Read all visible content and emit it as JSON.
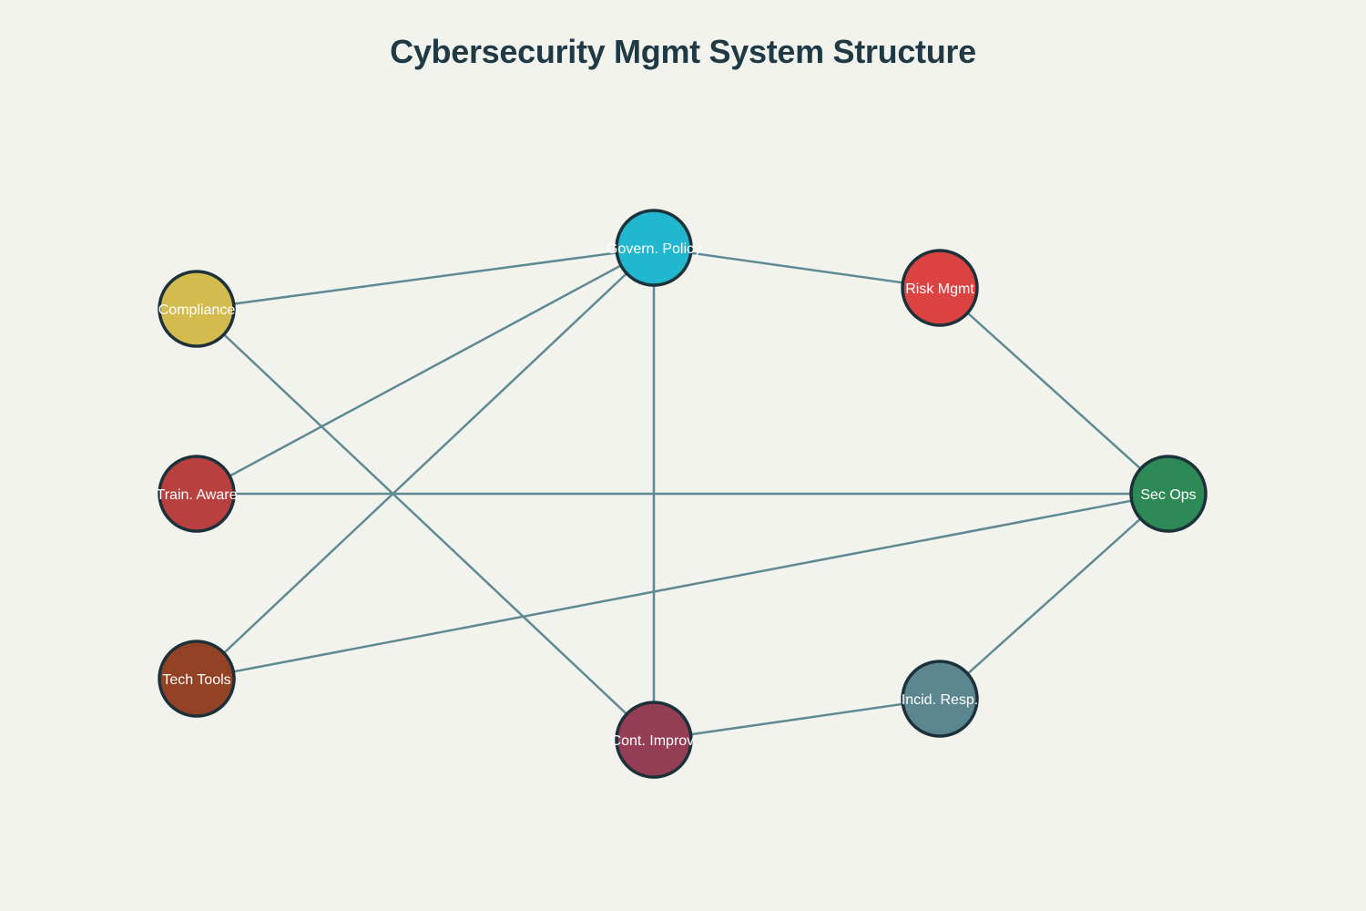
{
  "title": "Cybersecurity Mgmt System Structure",
  "colors": {
    "background": "#f3f3ee",
    "edge": "#5f8a93",
    "node_stroke": "#1c3139",
    "label": "#ffffff"
  },
  "nodes": [
    {
      "id": "govern",
      "label": "Govern. Policy",
      "color": "#21b8cf"
    },
    {
      "id": "risk",
      "label": "Risk Mgmt",
      "color": "#db4343"
    },
    {
      "id": "compliance",
      "label": "Compliance",
      "color": "#d3bb4d"
    },
    {
      "id": "train",
      "label": "Train. Aware",
      "color": "#b8403e"
    },
    {
      "id": "secops",
      "label": "Sec Ops",
      "color": "#2d8956"
    },
    {
      "id": "tech",
      "label": "Tech Tools",
      "color": "#944225"
    },
    {
      "id": "incid",
      "label": "Incid. Resp.",
      "color": "#5c868f"
    },
    {
      "id": "cont",
      "label": "Cont. Improv.",
      "color": "#933e54"
    }
  ],
  "edges": [
    [
      "govern",
      "compliance"
    ],
    [
      "govern",
      "risk"
    ],
    [
      "govern",
      "train"
    ],
    [
      "govern",
      "tech"
    ],
    [
      "govern",
      "cont"
    ],
    [
      "risk",
      "secops"
    ],
    [
      "compliance",
      "cont"
    ],
    [
      "train",
      "secops"
    ],
    [
      "tech",
      "secops"
    ],
    [
      "secops",
      "incid"
    ],
    [
      "incid",
      "cont"
    ]
  ]
}
